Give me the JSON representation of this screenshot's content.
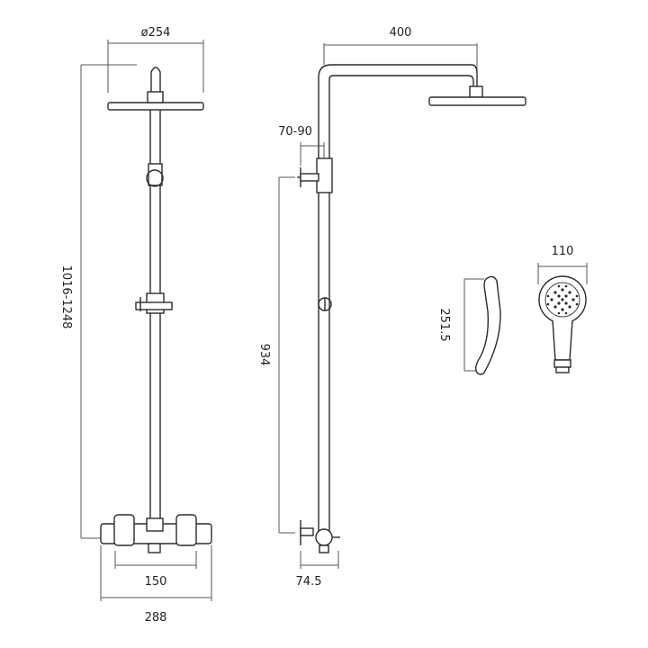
{
  "dimensions": {
    "front_head_diameter": "ø254",
    "front_height": "1016-1248",
    "front_valve_centres": "150",
    "front_valve_width": "288",
    "side_arm_length": "400",
    "side_projection": "70-90",
    "side_height": "934",
    "side_depth": "74.5",
    "handset_length": "251.5",
    "handset_diameter": "110"
  },
  "colors": {
    "line": "#2b2b2b",
    "background": "#ffffff"
  }
}
